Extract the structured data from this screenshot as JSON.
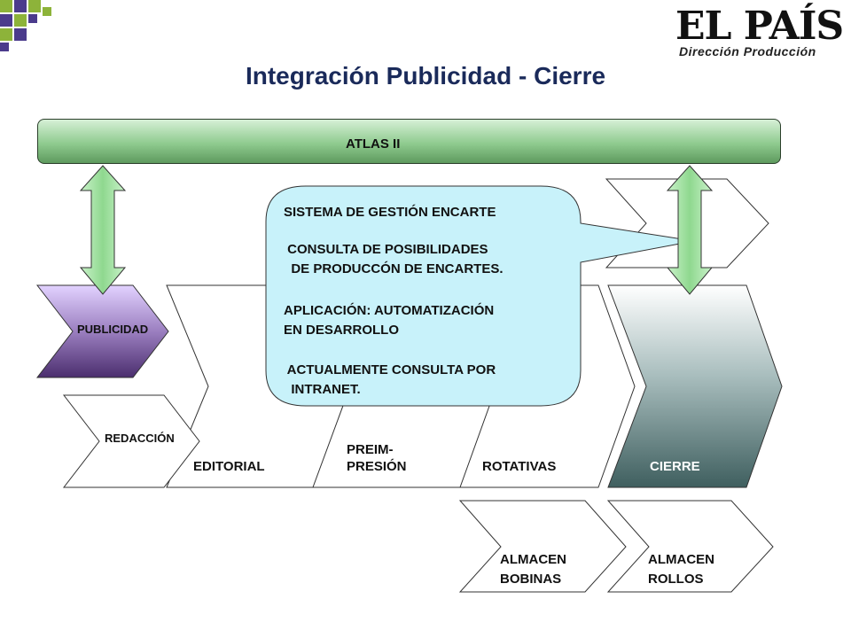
{
  "title": "Integración Publicidad - Cierre",
  "logo": {
    "brand": "EL PAÍS",
    "subtitle": "Dirección Producción"
  },
  "atlas": "ATLAS II",
  "stages": {
    "publicidad": "PUBLICIDAD",
    "redaccion": "REDACCIÓN",
    "editorial": "EDITORIAL",
    "preimpresion_line1": "PREIM-",
    "preimpresion_line2": "PRESIÓN",
    "rotativas": "ROTATIVAS",
    "cierre": "CIERRE",
    "almacen_bobinas_line1": "ALMACEN",
    "almacen_bobinas_line2": "BOBINAS",
    "almacen_rollos_line1": "ALMACEN",
    "almacen_rollos_line2": "ROLLOS"
  },
  "callout": {
    "line1": "SISTEMA DE GESTIÓN ENCARTE",
    "line2": " CONSULTA DE POSIBILIDADES",
    "line3": "  DE PRODUCCÓN DE ENCARTES.",
    "line4": "APLICACIÓN: AUTOMATIZACIÓN",
    "line5": "EN DESARROLLO",
    "line6": " ACTUALMENTE CONSULTA POR",
    "line7": "  INTRANET."
  },
  "colors": {
    "title": "#1a2a5a",
    "atlas_bar": "#8fcb8f",
    "publicidad": "#9b7fc0",
    "cierre": "#5a7878",
    "callout": "#c8f2fa",
    "arrows": "#90d890",
    "corner_green": "#8db33a",
    "corner_purple": "#4b3b8c"
  },
  "icons": [
    "corner-squares-decoration",
    "double-arrow-icon"
  ]
}
